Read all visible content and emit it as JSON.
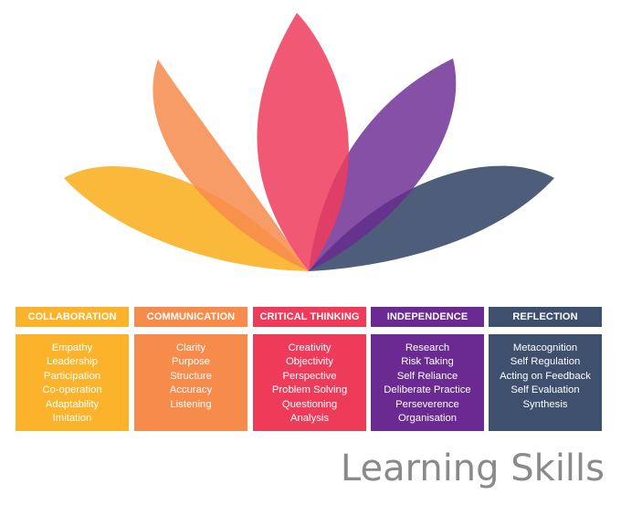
{
  "title": "Learning Skills",
  "colors": {
    "collaboration": "#FBB32B",
    "communication": "#F78B4C",
    "critical_thinking": "#EE3B5A",
    "independence": "#6A2A91",
    "reflection": "#3F4F6E",
    "title_text": "#8a8a8a"
  },
  "categories": [
    {
      "heading": "COLLABORATION",
      "color": "#FBB32B",
      "skills": [
        "Empathy",
        "Leadership",
        "Participation",
        "Co-operation",
        "Adaptability",
        "Imitation"
      ]
    },
    {
      "heading": "COMMUNICATION",
      "color": "#F78B4C",
      "skills": [
        "Clarity",
        "Purpose",
        "Structure",
        "Accuracy",
        "Listening"
      ]
    },
    {
      "heading": "CRITICAL THINKING",
      "color": "#EE3B5A",
      "skills": [
        "Creativity",
        "Objectivity",
        "Perspective",
        "Problem Solving",
        "Questioning",
        "Analysis"
      ]
    },
    {
      "heading": "INDEPENDENCE",
      "color": "#6A2A91",
      "skills": [
        "Research",
        "Risk Taking",
        "Self Reliance",
        "Deliberate Practice",
        "Perseverence",
        "Organisation"
      ]
    },
    {
      "heading": "REFLECTION",
      "color": "#3F4F6E",
      "skills": [
        "Metacognition",
        "Self Regulation",
        "Acting on Feedback",
        "Self Evaluation",
        "Synthesis"
      ]
    }
  ]
}
